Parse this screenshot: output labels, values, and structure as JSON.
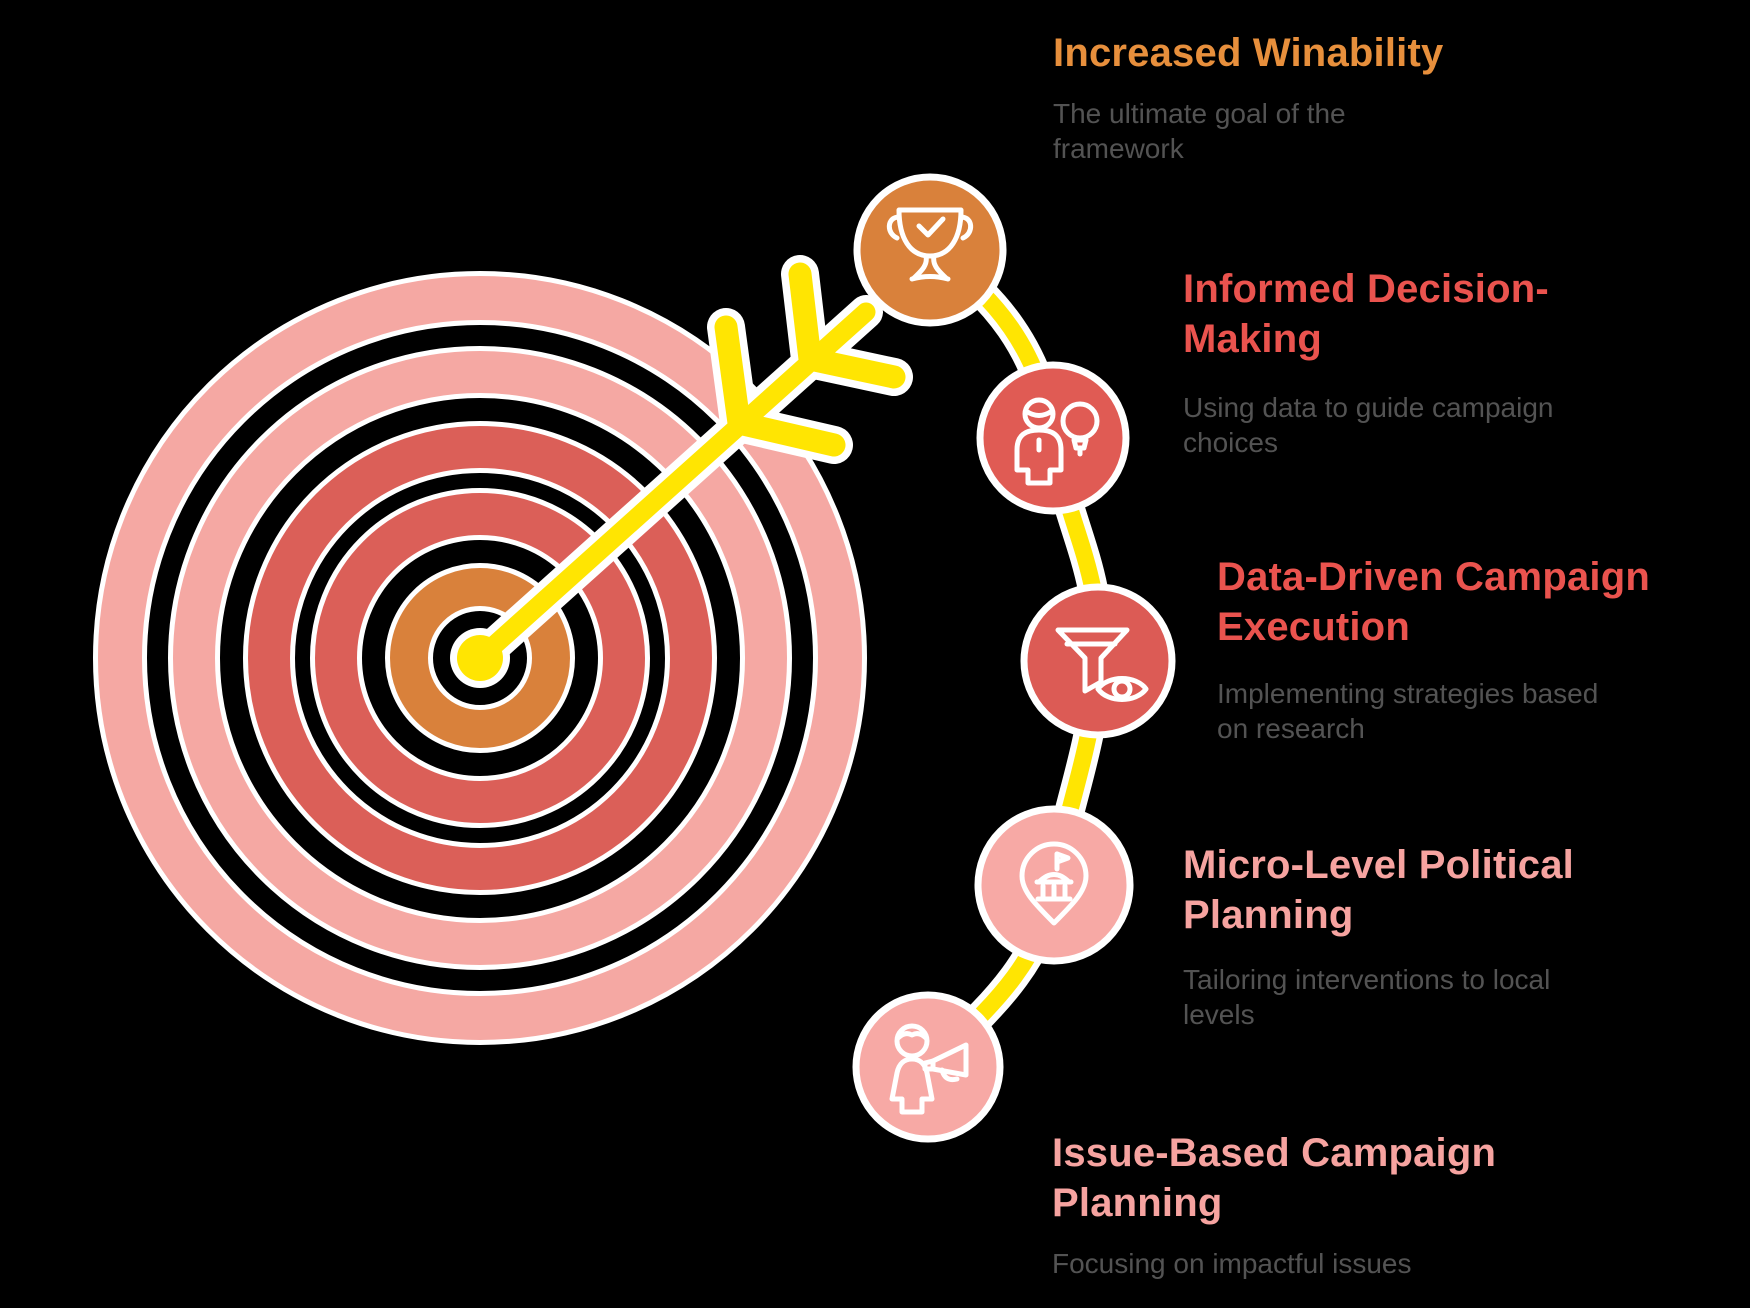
{
  "diagram_type": "bullseye-target-framework-infographic",
  "colors": {
    "background": "#000000",
    "target_pink": "#F5A8A3",
    "target_red": "#DB5F58",
    "target_orange": "#D9813B",
    "arrow_yellow": "#FFE502",
    "outline_white": "#FFFFFF",
    "heading_orange": "#E78F3C",
    "heading_red": "#EA534E",
    "heading_pink": "#F6A3A0",
    "subtitle_gray": "#535353",
    "circle_orange": "#D9813B",
    "circle_red": "#E05B54",
    "circle_pink": "#F7A9A5"
  },
  "steps": [
    {
      "title": "Increased Winability",
      "description": "The ultimate goal of the\nframework",
      "icon": "trophy-check-icon",
      "circle_color": "#D9813B",
      "accent": "#E78F3C"
    },
    {
      "title": "Informed Decision-\nMaking",
      "description": "Using data to guide campaign\nchoices",
      "icon": "person-idea-icon",
      "circle_color": "#E05B54",
      "accent": "#EA534E"
    },
    {
      "title": "Data-Driven Campaign\nExecution",
      "description": "Implementing strategies based\non research",
      "icon": "funnel-eye-icon",
      "circle_color": "#DC5B55",
      "accent": "#EA534E"
    },
    {
      "title": "Micro-Level Political\nPlanning",
      "description": "Tailoring interventions to local\nlevels",
      "icon": "map-pin-government-icon",
      "circle_color": "#F7A9A5",
      "accent": "#F6A3A0"
    },
    {
      "title": "Issue-Based Campaign\nPlanning",
      "description": "Focusing on impactful issues",
      "icon": "person-megaphone-icon",
      "circle_color": "#F7A9A5",
      "accent": "#F6A3A0"
    }
  ]
}
